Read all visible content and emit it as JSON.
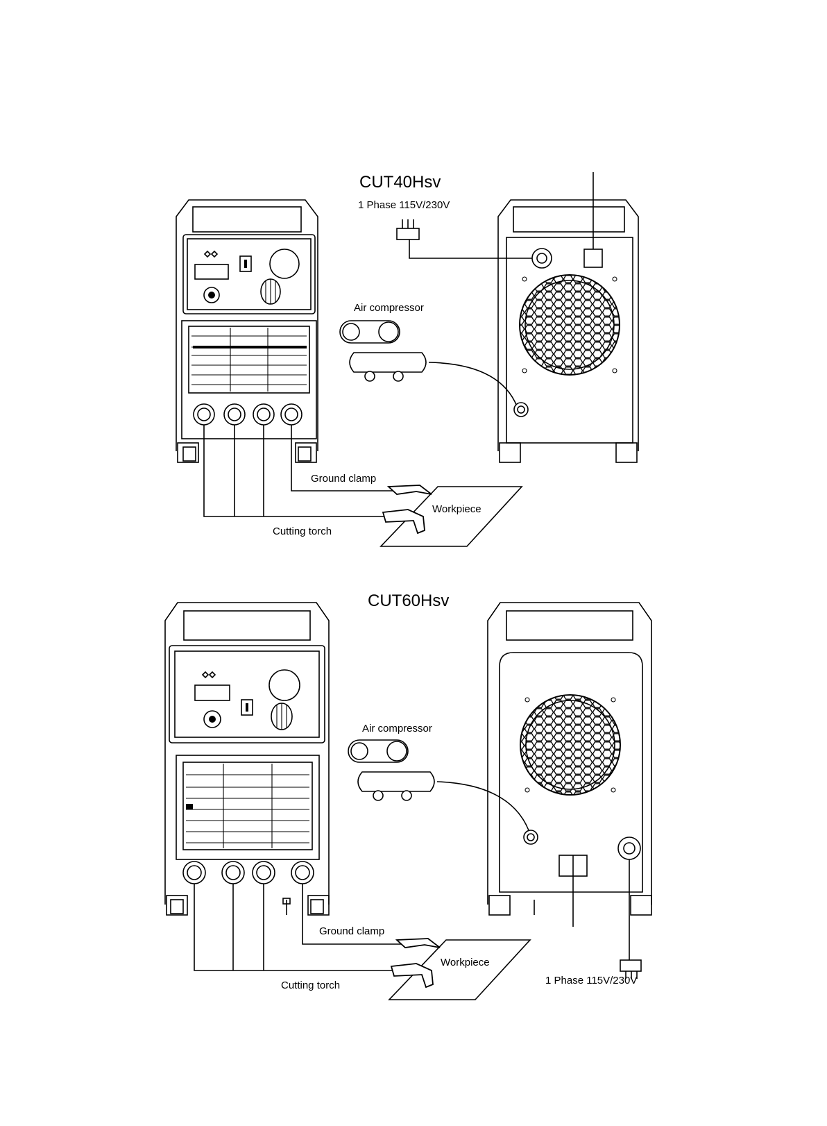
{
  "diagrams": [
    {
      "model": "CUT40Hsv",
      "power_label": "1 Phase 115V/230V",
      "compressor_label": "Air compressor",
      "ground_label": "Ground clamp",
      "workpiece_label": "Workpiece",
      "torch_label": "Cutting torch"
    },
    {
      "model": "CUT60Hsv",
      "power_label": "1 Phase 115V/230V",
      "compressor_label": "Air compressor",
      "ground_label": "Ground clamp",
      "workpiece_label": "Workpiece",
      "torch_label": "Cutting torch"
    }
  ],
  "icons": [
    "front-panel",
    "rear-panel",
    "fan-grille",
    "air-compressor",
    "ground-clamp",
    "cutting-torch",
    "workpiece-plate",
    "power-plug"
  ],
  "colors": {
    "line": "#000000",
    "background": "#ffffff"
  }
}
